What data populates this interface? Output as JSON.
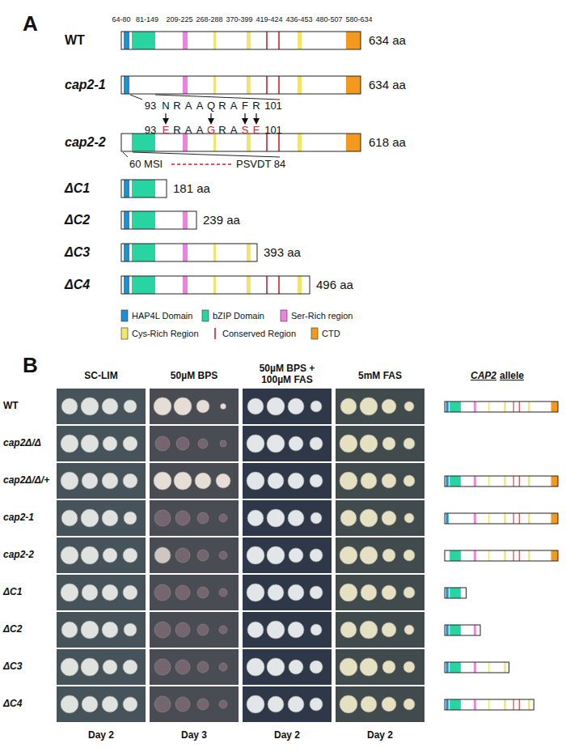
{
  "diagram": {
    "labels": [
      "A",
      "64-80",
      "81-149",
      "209-225",
      "268-288",
      "370-399",
      "419-424",
      "436-453",
      "480-507",
      "580-634",
      "WT",
      "634 aa",
      "cap2-1",
      "634 aa",
      "93",
      "N",
      "R",
      "A",
      "A",
      "Q",
      "R",
      "A",
      "F",
      "R",
      "101",
      "93",
      "E",
      "R",
      "A",
      "A",
      "G",
      "R",
      "A",
      "S",
      "E",
      "101",
      "cap2-2",
      "618 aa",
      "60 MSI",
      "PSVDT 84",
      "ΔC1",
      "181 aa",
      "ΔC2",
      "239 aa",
      "ΔC3",
      "393 aa",
      "ΔC4",
      "496 aa",
      "B",
      "SC-LIM",
      "50µM BPS",
      "50µM BPS + 100µM FAS",
      "5mM FAS",
      "CAP2",
      "allele",
      "WT",
      "cap2Δ/Δ",
      "cap2Δ/Δ/+",
      "cap2-1",
      "cap2-2",
      "ΔC1",
      "ΔC2",
      "ΔC3",
      "ΔC4",
      "Day 2",
      "Day 3",
      "Day 2",
      "Day 2"
    ],
    "legend": [
      {
        "text": "HAP4L Domain",
        "color": "#1e8fd0"
      },
      {
        "text": "bZIP Domain",
        "color": "#28d5a2"
      },
      {
        "text": "Ser-Rich region",
        "color": "#ee82e0"
      },
      {
        "text": "Cys-Rich Region",
        "color": "#f4e46a"
      },
      {
        "text": "Conserved Region"
      },
      {
        "text": "CTD",
        "color": "#f39a1e"
      }
    ]
  }
}
